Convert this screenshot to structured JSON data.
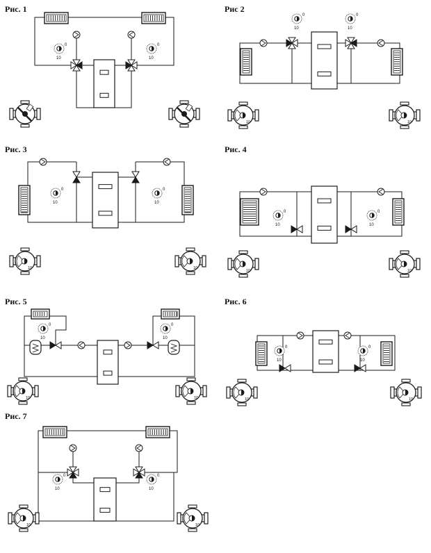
{
  "figures": [
    {
      "label": "Рис. 1",
      "dial_low": "10",
      "dial_high": "0",
      "icon": "three-way-mixing-valve-scheme"
    },
    {
      "label": "Рис 2",
      "dial_low": "10",
      "dial_high": "0",
      "icon": "two-pump-bypass-scheme"
    },
    {
      "label": "Рис. 3",
      "dial_low": "10",
      "dial_high": "0",
      "icon": "valve-with-pump-scheme"
    },
    {
      "label": "Рис. 4",
      "dial_low": "10",
      "dial_high": "0",
      "icon": "return-valve-scheme"
    },
    {
      "label": "Рис. 5",
      "dial_low": "10",
      "dial_high": "0",
      "icon": "boiler-tank-scheme"
    },
    {
      "label": "Рис. 6",
      "dial_low": "10",
      "dial_high": "0",
      "icon": "compact-valve-scheme"
    },
    {
      "label": "Рис. 7",
      "dial_low": "10",
      "dial_high": "0",
      "icon": "upper-pump-valve-scheme"
    }
  ],
  "colors": {
    "line": "#1a1a1a",
    "background": "#ffffff"
  }
}
